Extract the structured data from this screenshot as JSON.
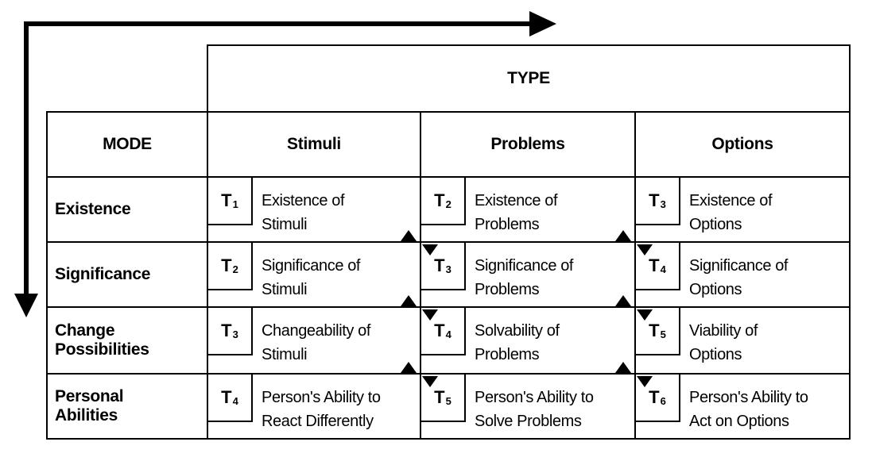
{
  "type_header": "TYPE",
  "mode_header": "MODE",
  "columns": [
    "Stimuli",
    "Problems",
    "Options"
  ],
  "rows": [
    {
      "mode": "Existence",
      "cells": [
        {
          "label": "T",
          "sub": "1",
          "text": "Existence of\nStimuli"
        },
        {
          "label": "T",
          "sub": "2",
          "text": "Existence of\nProblems"
        },
        {
          "label": "T",
          "sub": "3",
          "text": "Existence of\nOptions"
        }
      ]
    },
    {
      "mode": "Significance",
      "cells": [
        {
          "label": "T",
          "sub": "2",
          "text": "Significance of\nStimuli"
        },
        {
          "label": "T",
          "sub": "3",
          "text": "Significance of\nProblems"
        },
        {
          "label": "T",
          "sub": "4",
          "text": "Significance of\nOptions"
        }
      ]
    },
    {
      "mode": "Change\nPossibilities",
      "cells": [
        {
          "label": "T",
          "sub": "3",
          "text": "Changeability of\nStimuli"
        },
        {
          "label": "T",
          "sub": "4",
          "text": "Solvability of\nProblems"
        },
        {
          "label": "T",
          "sub": "5",
          "text": "Viability of\nOptions"
        }
      ]
    },
    {
      "mode": "Personal\nAbilities",
      "cells": [
        {
          "label": "T",
          "sub": "4",
          "text": "Person's Ability to\nReact Differently"
        },
        {
          "label": "T",
          "sub": "5",
          "text": "Person's Ability to\nSolve Problems"
        },
        {
          "label": "T",
          "sub": "6",
          "text": "Person's Ability to\nAct on Options"
        }
      ]
    }
  ]
}
